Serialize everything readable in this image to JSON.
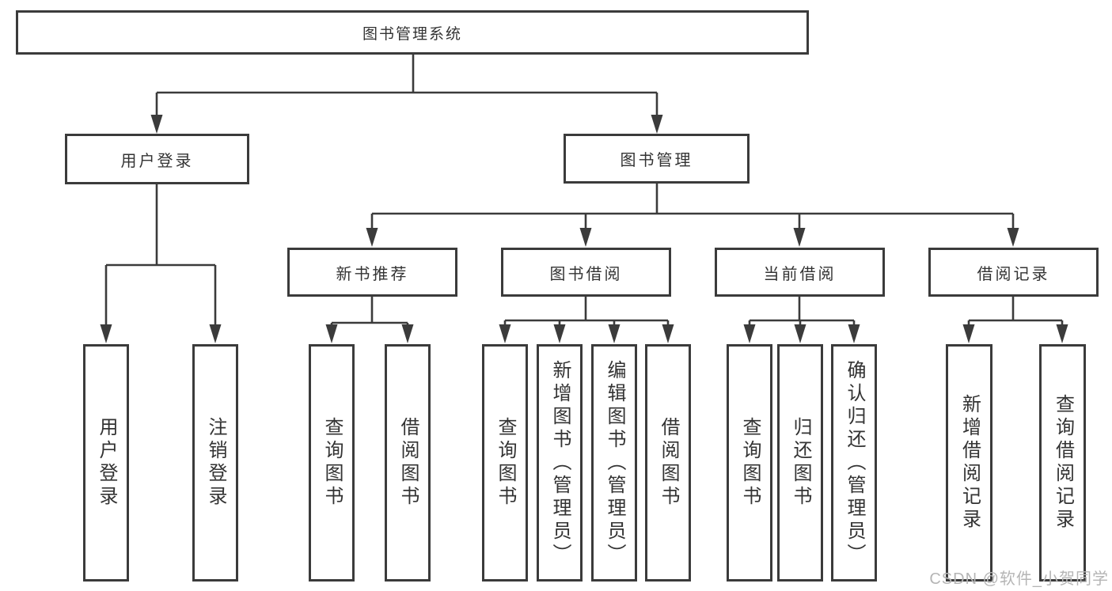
{
  "diagram": {
    "title": "图书管理系统",
    "level2": [
      {
        "label": "用户登录"
      },
      {
        "label": "图书管理"
      }
    ],
    "level3": [
      {
        "label": "新书推荐"
      },
      {
        "label": "图书借阅"
      },
      {
        "label": "当前借阅"
      },
      {
        "label": "借阅记录"
      }
    ],
    "leaves": {
      "user_login": [
        "用户登录",
        "注销登录"
      ],
      "new_book": [
        "查询图书",
        "借阅图书"
      ],
      "book_borrow": [
        "查询图书",
        "新增图书（管理员）",
        "编辑图书（管理员）",
        "借阅图书"
      ],
      "current_borrow": [
        "查询图书",
        "归还图书",
        "确认归还（管理员）"
      ],
      "borrow_records": [
        "新增借阅记录",
        "查询借阅记录"
      ]
    }
  },
  "watermark": "CSDN @软件_小贺同学",
  "colors": {
    "line": "#3b3b3b",
    "text": "#333333",
    "watermark": "#b5b5b5",
    "background": "#ffffff"
  }
}
